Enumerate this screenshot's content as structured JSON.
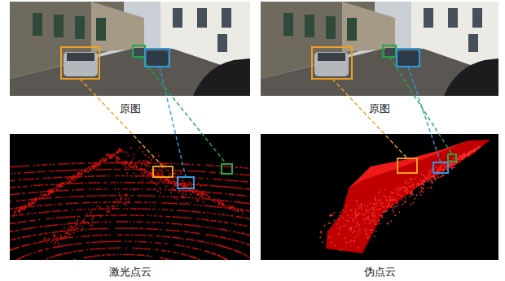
{
  "diagram": {
    "nodes": [
      {
        "text": [
          "原图"
        ]
      },
      {
        "text": [
          "原图"
        ]
      },
      {
        "text": [
          "激光点云"
        ]
      },
      {
        "text": [
          "伪点云"
        ]
      }
    ]
  }
}
